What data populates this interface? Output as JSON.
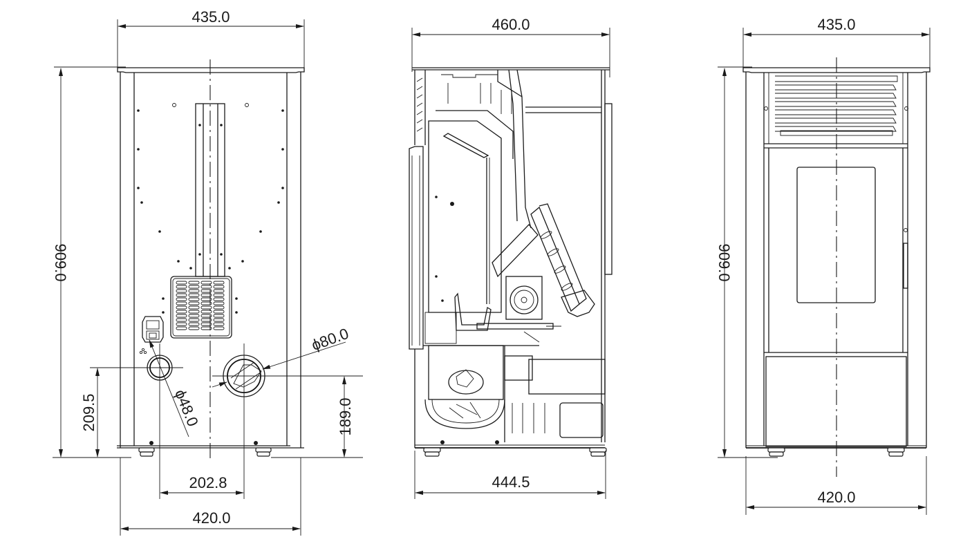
{
  "drawing": {
    "type": "technical dimension drawing",
    "subject": "pellet stove",
    "units": "mm",
    "views": [
      {
        "name": "rear-view",
        "dimensions": {
          "top_width": "435.0",
          "height": "909.0",
          "base_width": "420.0",
          "outlet_spacing": "202.8",
          "left_outlet_height": "209.5",
          "right_outlet_height": "189.0",
          "left_outlet_diameter": "ϕ48.0",
          "right_outlet_diameter": "ϕ80.0"
        }
      },
      {
        "name": "side-section-view",
        "dimensions": {
          "top_depth": "460.0",
          "base_depth": "444.5"
        }
      },
      {
        "name": "front-view",
        "dimensions": {
          "top_width": "435.0",
          "height": "909.0",
          "base_width": "420.0"
        }
      }
    ]
  }
}
